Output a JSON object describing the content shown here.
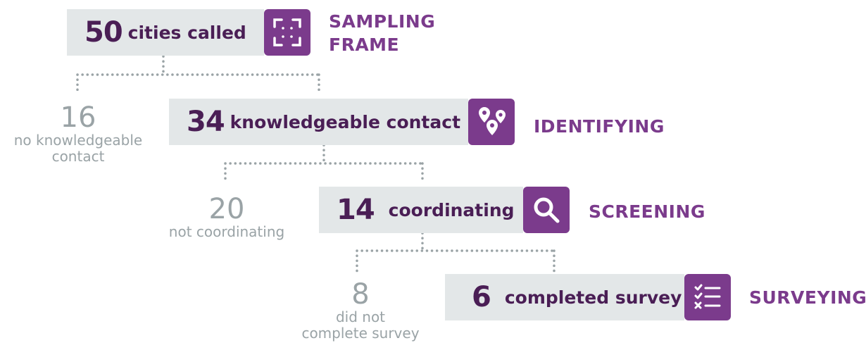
{
  "steps": [
    {
      "number": "50",
      "label": "cities called",
      "stage": "SAMPLING FRAME",
      "icon": "frame-scan-icon"
    },
    {
      "number": "34",
      "label": "knowledgeable contact",
      "stage": "IDENTIFYING",
      "icon": "location-pins-icon"
    },
    {
      "number": "14",
      "label": "coordinating",
      "stage": "SCREENING",
      "icon": "magnifier-icon"
    },
    {
      "number": "6",
      "label": "completed survey",
      "stage": "SURVEYING",
      "icon": "checklist-icon"
    }
  ],
  "dropouts": [
    {
      "number": "16",
      "label_line1": "no knowledgeable",
      "label_line2": "contact"
    },
    {
      "number": "20",
      "label_line1": "not coordinating"
    },
    {
      "number": "8",
      "label_line1": "did not",
      "label_line2": "complete survey"
    }
  ],
  "colors": {
    "accent": "#7b3b8c",
    "box_fill": "#e3e7e8",
    "dropout_text": "#9aa3a6",
    "number_text": "#4a1e55"
  }
}
